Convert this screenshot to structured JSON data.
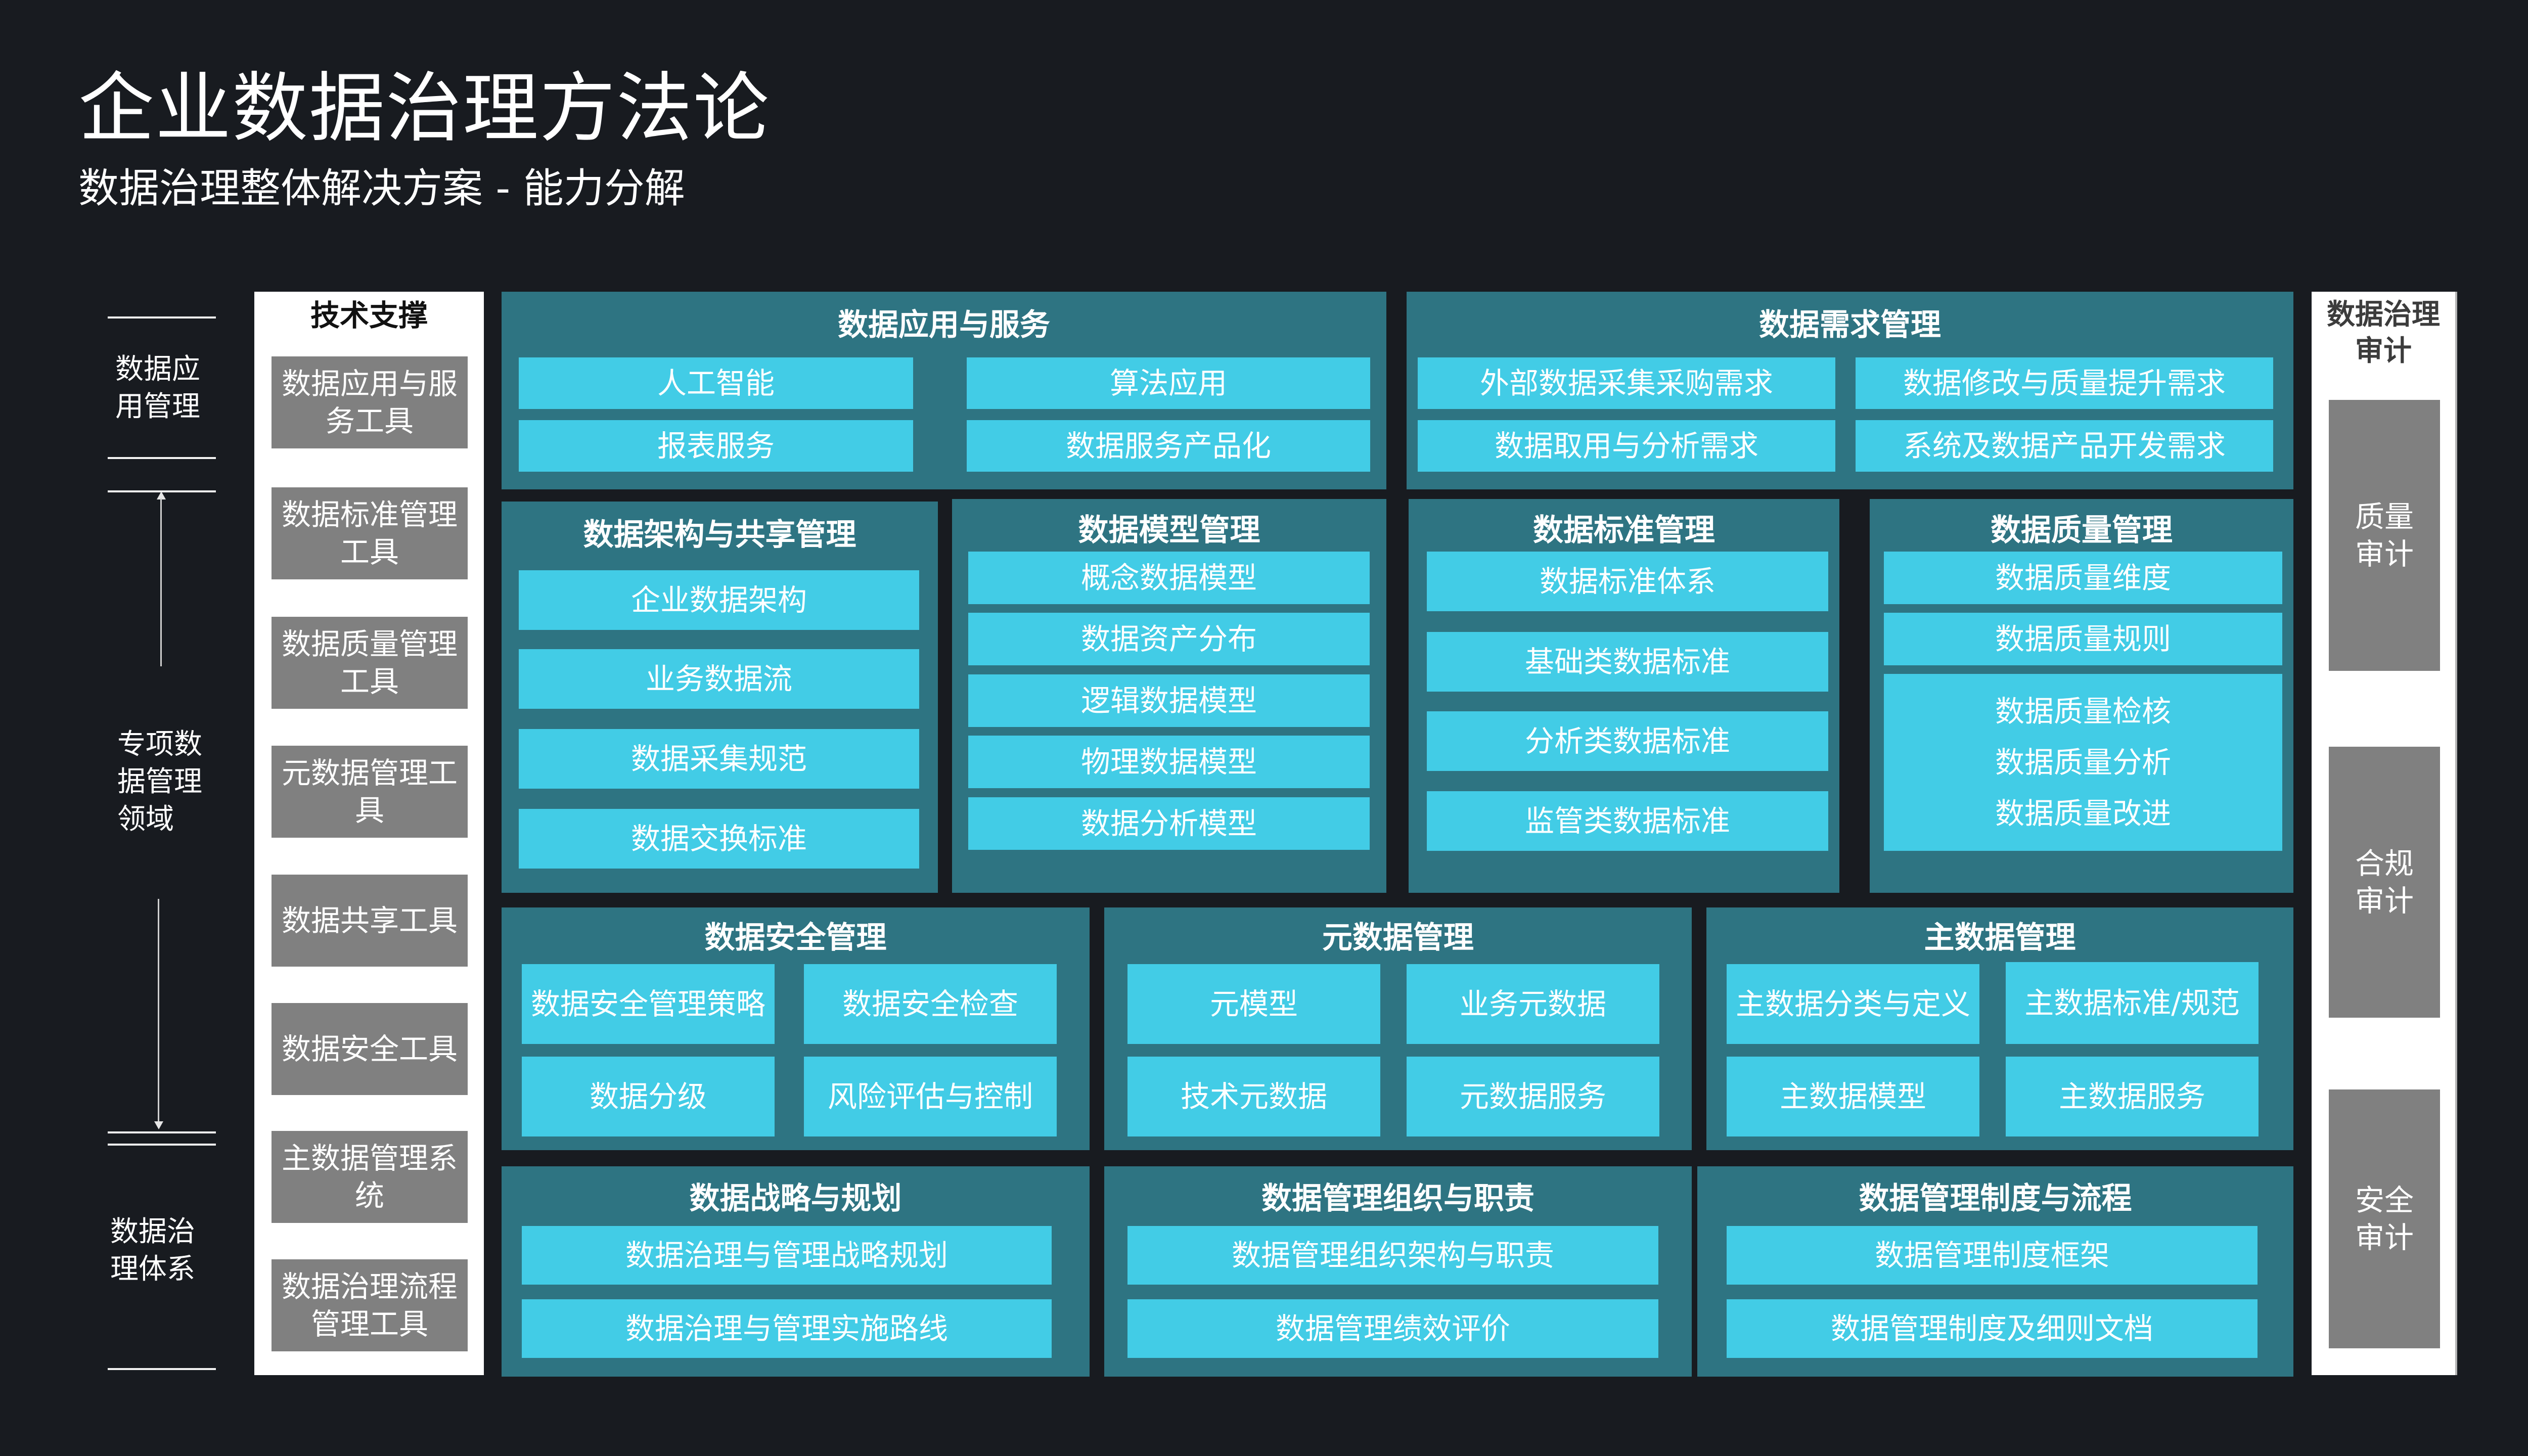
{
  "header": {
    "title": "企业数据治理方法论",
    "subtitle": "数据治理整体解决方案 - 能力分解"
  },
  "left_axis": {
    "labels": [
      "数据应用管理",
      "专项数据管理领域",
      "数据治理体系"
    ],
    "label_lines": [
      [
        "数据应",
        "用管理"
      ],
      [
        "专项数",
        "据管理",
        "领域"
      ],
      [
        "数据治",
        "理体系"
      ]
    ]
  },
  "tech_support": {
    "title": "技术支撑",
    "tools": [
      "数据应用与服务工具",
      "数据标准管理工具",
      "数据质量管理工具",
      "元数据管理工具",
      "数据共享工具",
      "数据安全工具",
      "主数据管理系统",
      "数据治理流程管理工具"
    ]
  },
  "audit": {
    "title": "数据治理审计",
    "items": [
      "质量审计",
      "合规审计",
      "安全审计"
    ]
  },
  "panels": {
    "app_service": {
      "title": "数据应用与服务",
      "items": [
        "人工智能",
        "算法应用",
        "报表服务",
        "数据服务产品化"
      ]
    },
    "demand": {
      "title": "数据需求管理",
      "items": [
        "外部数据采集采购需求",
        "数据修改与质量提升需求",
        "数据取用与分析需求",
        "系统及数据产品开发需求"
      ]
    },
    "architecture": {
      "title": "数据架构与共享管理",
      "items": [
        "企业数据架构",
        "业务数据流",
        "数据采集规范",
        "数据交换标准"
      ]
    },
    "model": {
      "title": "数据模型管理",
      "items": [
        "概念数据模型",
        "数据资产分布",
        "逻辑数据模型",
        "物理数据模型",
        "数据分析模型"
      ]
    },
    "standard": {
      "title": "数据标准管理",
      "items": [
        "数据标准体系",
        "基础类数据标准",
        "分析类数据标准",
        "监管类数据标准"
      ]
    },
    "quality": {
      "title": "数据质量管理",
      "items": [
        "数据质量维度",
        "数据质量规则",
        "数据质量检核",
        "数据质量分析",
        "数据质量改进"
      ]
    },
    "security": {
      "title": "数据安全管理",
      "items": [
        "数据安全管理策略",
        "数据安全检查",
        "数据分级",
        "风险评估与控制"
      ]
    },
    "metadata": {
      "title": "元数据管理",
      "items": [
        "元模型",
        "业务元数据",
        "技术元数据",
        "元数据服务"
      ]
    },
    "master": {
      "title": "主数据管理",
      "items": [
        "主数据分类与定义",
        "主数据标准/规范",
        "主数据模型",
        "主数据服务"
      ]
    },
    "strategy": {
      "title": "数据战略与规划",
      "items": [
        "数据治理与管理战略规划",
        "数据治理与管理实施路线"
      ]
    },
    "organization": {
      "title": "数据管理组织与职责",
      "items": [
        "数据管理组织架构与职责",
        "数据管理绩效评价"
      ]
    },
    "policy": {
      "title": "数据管理制度与流程",
      "items": [
        "数据管理制度框架",
        "数据管理制度及细则文档"
      ]
    }
  },
  "colors": {
    "background": "#181b20",
    "panel": "#2e7482",
    "item": "#42cce6",
    "tool_box": "#808080",
    "side_panel": "#ffffff"
  }
}
